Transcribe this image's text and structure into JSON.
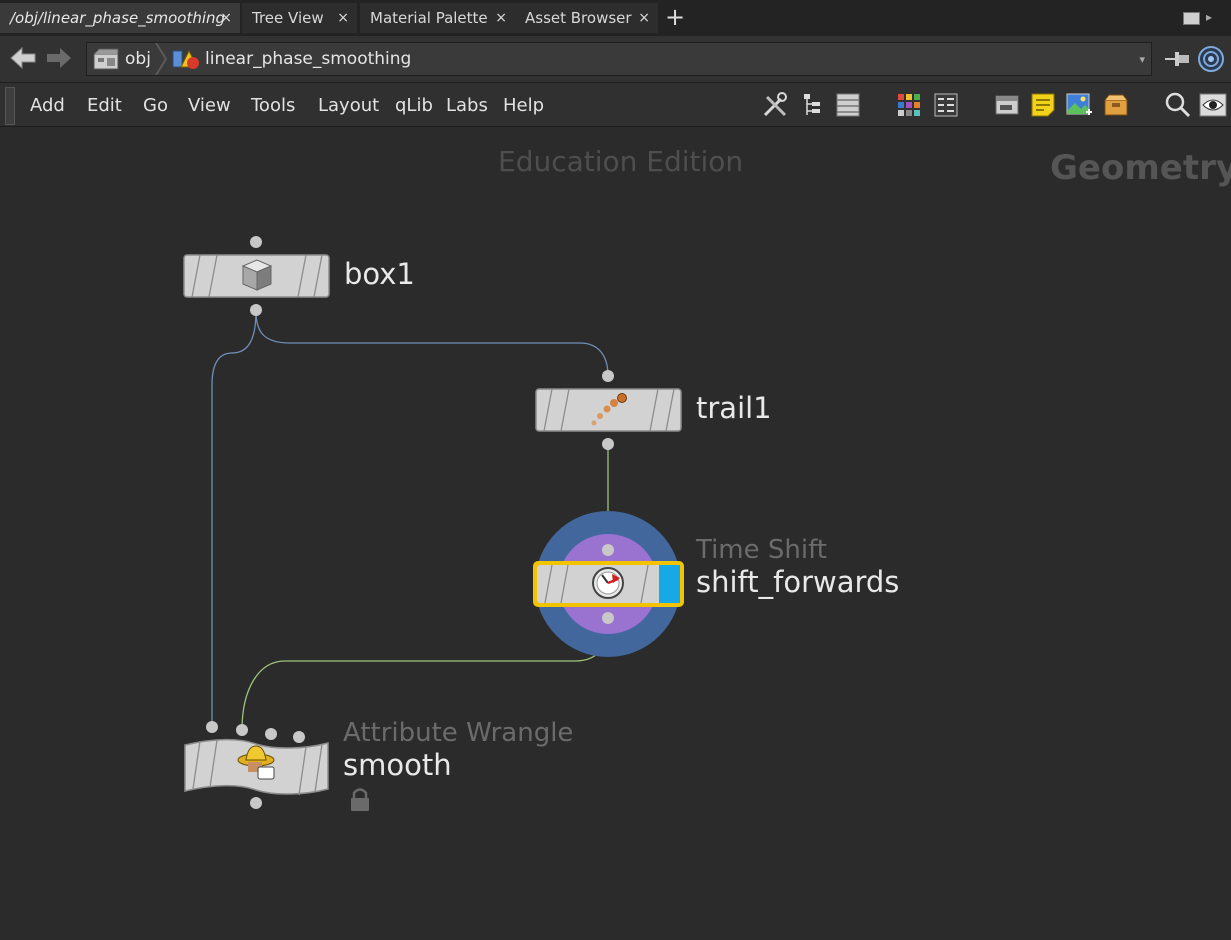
{
  "tabs": [
    {
      "label": "/obj/linear_phase_smoothing",
      "close": "×",
      "active": true
    },
    {
      "label": "Tree View",
      "close": "×",
      "active": false
    },
    {
      "label": "Material Palette",
      "close": "×",
      "active": false
    },
    {
      "label": "Asset Browser",
      "close": "×",
      "active": false
    }
  ],
  "tab_add": "+",
  "path": {
    "root": "obj",
    "current": "linear_phase_smoothing",
    "dropdown": "▾"
  },
  "menu": [
    "Add",
    "Edit",
    "Go",
    "View",
    "Tools",
    "Layout",
    "qLib",
    "Labs",
    "Help"
  ],
  "toolbar_icons": [
    "wrench-icon",
    "tree-icon",
    "list-icon",
    "color-grid-icon",
    "parameter-grid-icon",
    "network-box-icon",
    "sticky-note-icon",
    "background-image-icon",
    "subnet-icon",
    "search-icon",
    "eye-icon"
  ],
  "network": {
    "edition_text": "Education Edition",
    "context_label": "Geometry",
    "nodes": {
      "box1": {
        "name": "box1",
        "type": ""
      },
      "trail1": {
        "name": "trail1",
        "type": ""
      },
      "shift": {
        "name": "shift_forwards",
        "type": "Time Shift"
      },
      "smooth": {
        "name": "smooth",
        "type": "Attribute Wrangle"
      }
    }
  },
  "colors": {
    "selected_outline": "#f2c300",
    "display_flag": "#17a8e6",
    "wire_blue": "#6f8fb8",
    "wire_green": "#9cc27a",
    "template_ring": "#41679d",
    "footprint_ring": "#9a72cf"
  }
}
